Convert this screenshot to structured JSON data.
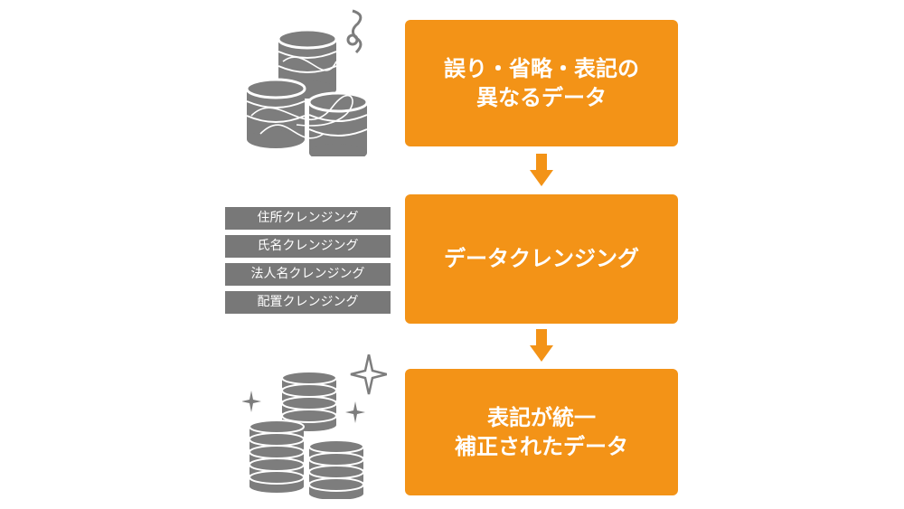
{
  "colors": {
    "accent": "#f39317",
    "tag_bg": "#787878",
    "illustration": "#7d7d7d"
  },
  "steps": [
    {
      "line1": "誤り・省略・表記の",
      "line2": "異なるデータ"
    },
    {
      "line1": "データクレンジング"
    },
    {
      "line1": "表記が統一",
      "line2": "補正されたデータ"
    }
  ],
  "cleansing_types": [
    "住所クレンジング",
    "氏名クレンジング",
    "法人名クレンジング",
    "配置クレンジング"
  ],
  "icons": {
    "top": "messy-database-stacks-icon",
    "bottom": "clean-database-stacks-icon",
    "arrow": "arrow-down-icon"
  }
}
